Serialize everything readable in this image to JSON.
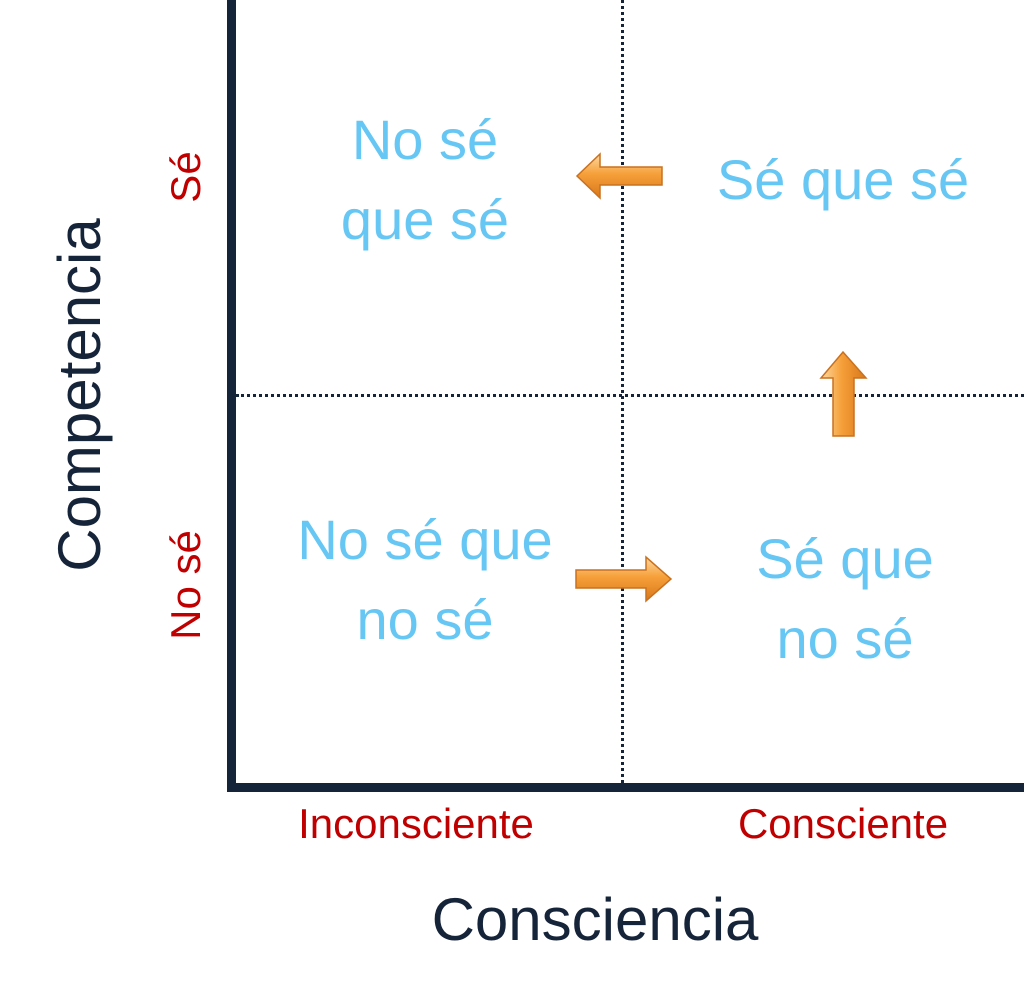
{
  "axes": {
    "x_title": "Consciencia",
    "y_title": "Competencia",
    "x_levels": [
      "Inconsciente",
      "Consciente"
    ],
    "y_levels": [
      "Sé",
      "No sé"
    ]
  },
  "quadrants": {
    "top_left": [
      "No sé",
      "que sé"
    ],
    "top_right": [
      "Sé que sé"
    ],
    "bottom_left": [
      "No sé que",
      "no sé"
    ],
    "bottom_right": [
      "Sé que",
      "no sé"
    ]
  },
  "colors": {
    "axis": "#16243a",
    "quadrant_text": "#66c6f4",
    "level_text": "#c00000",
    "arrow": "#f6a03a"
  },
  "arrows": [
    "arrow-right",
    "arrow-up",
    "arrow-left"
  ]
}
